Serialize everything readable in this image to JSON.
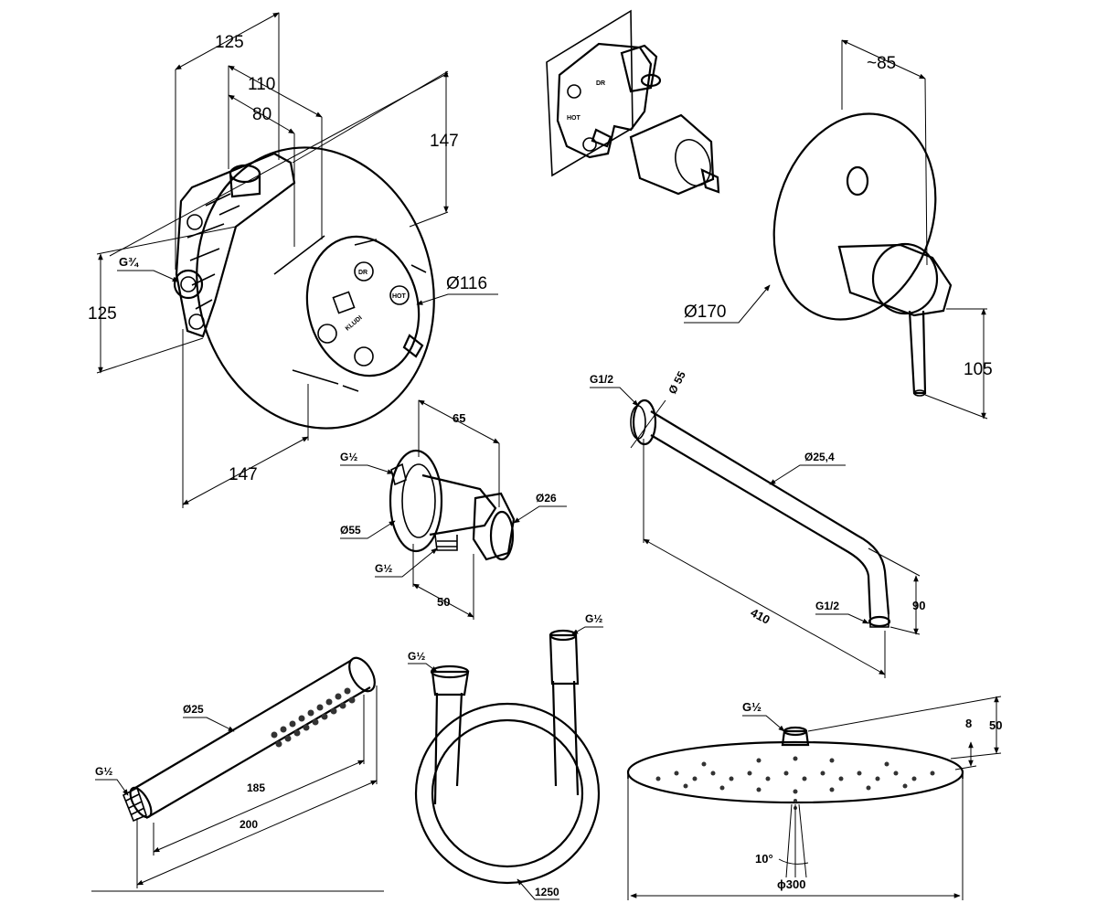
{
  "mixer_box": {
    "dim_width_125": "125",
    "dim_110": "110",
    "dim_80": "80",
    "dim_height_147": "147",
    "dim_width_147": "147",
    "dim_height_125": "125",
    "dim_dia_116": "Ø116",
    "thread": "G¾",
    "brand_label": "KLUDI",
    "port_labels": [
      "DR",
      "HOT"
    ]
  },
  "valve_body": {
    "labels": [
      "DR",
      "HOT"
    ]
  },
  "mixer_trim": {
    "dim_85": "~85",
    "dim_dia_170": "Ø170",
    "dim_105": "105"
  },
  "wall_outlet": {
    "dim_65": "65",
    "thread_top": "G½",
    "dim_dia_26": "Ø26",
    "dim_dia_55": "Ø55",
    "thread_bottom": "G½",
    "dim_50": "50"
  },
  "shower_arm": {
    "thread_wall": "G1/2",
    "dim_dia_55": "Ø 55",
    "dim_dia_25_4": "Ø25,4",
    "dim_410": "410",
    "thread_end": "G1/2",
    "dim_90": "90"
  },
  "hand_shower": {
    "dim_dia_25": "Ø25",
    "thread": "G½",
    "dim_185": "185",
    "dim_200": "200"
  },
  "hose": {
    "thread_left": "G½",
    "thread_right": "G½",
    "dim_1250": "1250"
  },
  "overhead_shower": {
    "thread": "G½",
    "dim_8": "8",
    "dim_50": "50",
    "angle": "10°",
    "dim_dia_300": "ϕ300"
  }
}
